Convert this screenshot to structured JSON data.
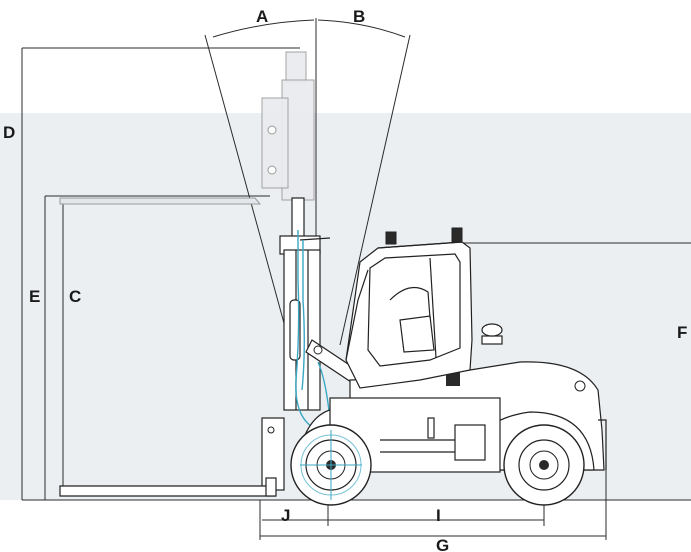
{
  "title": "",
  "colors": {
    "background_band": "#eceff2",
    "line": "#222222",
    "hydraulic": "#3aa7c3",
    "label": "#1a1a1a"
  },
  "dimensions": {
    "A": "A",
    "B": "B",
    "C": "C",
    "D": "D",
    "E": "E",
    "F": "F",
    "G": "G",
    "I": "I",
    "J": "J"
  }
}
